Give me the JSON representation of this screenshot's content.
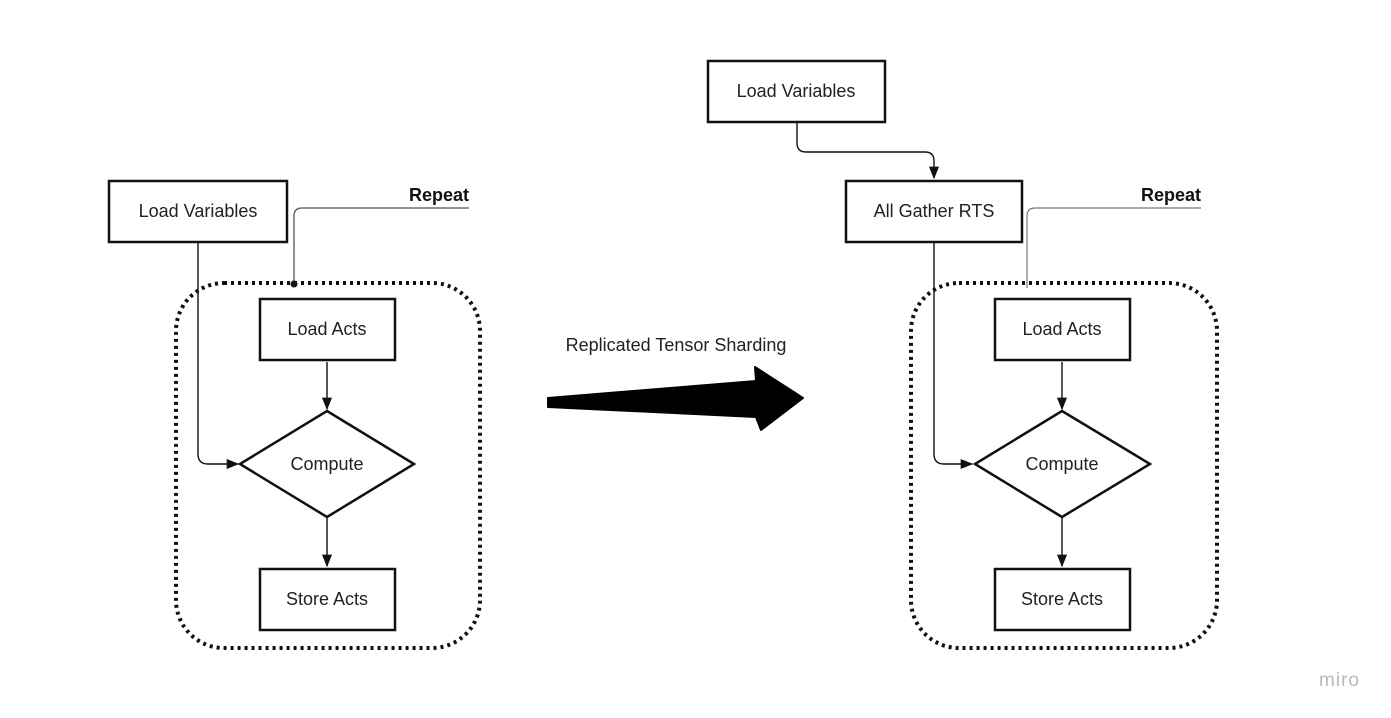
{
  "left": {
    "load_variables": "Load Variables",
    "repeat": "Repeat",
    "load_acts": "Load Acts",
    "compute": "Compute",
    "store_acts": "Store Acts"
  },
  "transition": {
    "label": "Replicated Tensor Sharding"
  },
  "right": {
    "load_variables": "Load Variables",
    "all_gather": "All Gather RTS",
    "repeat": "Repeat",
    "load_acts": "Load Acts",
    "compute": "Compute",
    "store_acts": "Store Acts"
  },
  "watermark": "miro"
}
